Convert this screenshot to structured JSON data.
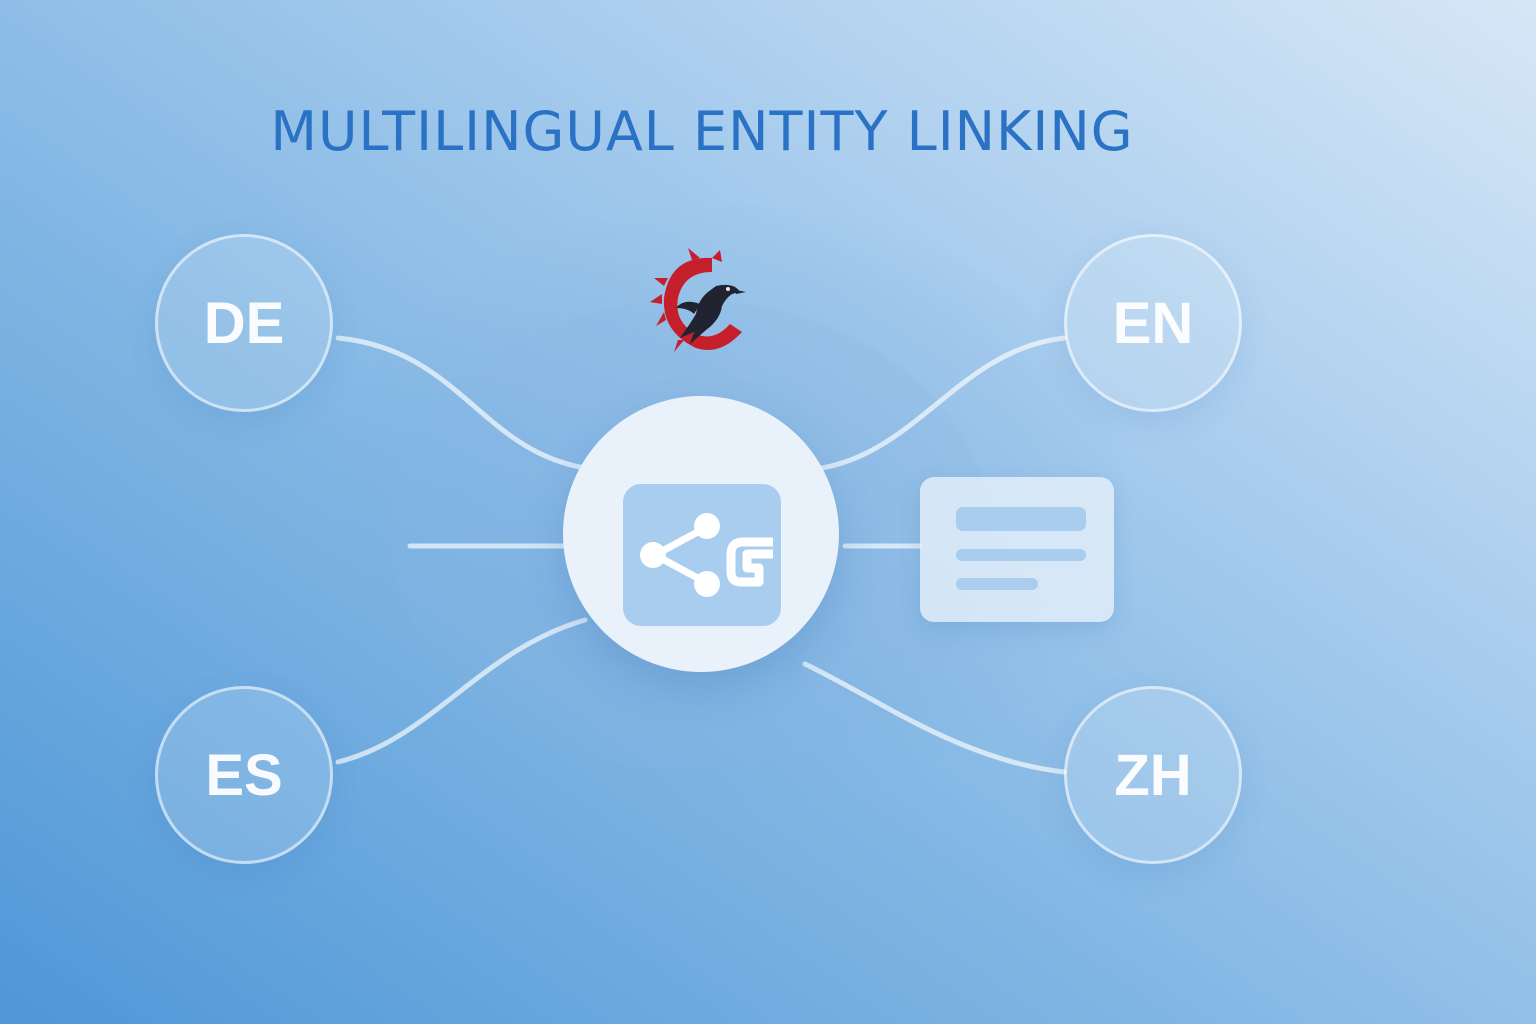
{
  "title": "MULTILINGUAL ENTITY LINKING",
  "nodes": {
    "de": "DE",
    "en": "EN",
    "es": "ES",
    "zh": "ZH"
  },
  "icons": {
    "hub": "share-graph-icon",
    "card": "document-card-icon",
    "logo": "red-crest-raven-logo"
  },
  "colors": {
    "title": "#2a72c4",
    "background_start": "#4f97d8",
    "background_end": "#d6e7f6",
    "hub_fill": "#e9f1fa",
    "accent_tile": "#a8cdee",
    "logo_red": "#c61f2c",
    "logo_bird": "#1f2430"
  }
}
